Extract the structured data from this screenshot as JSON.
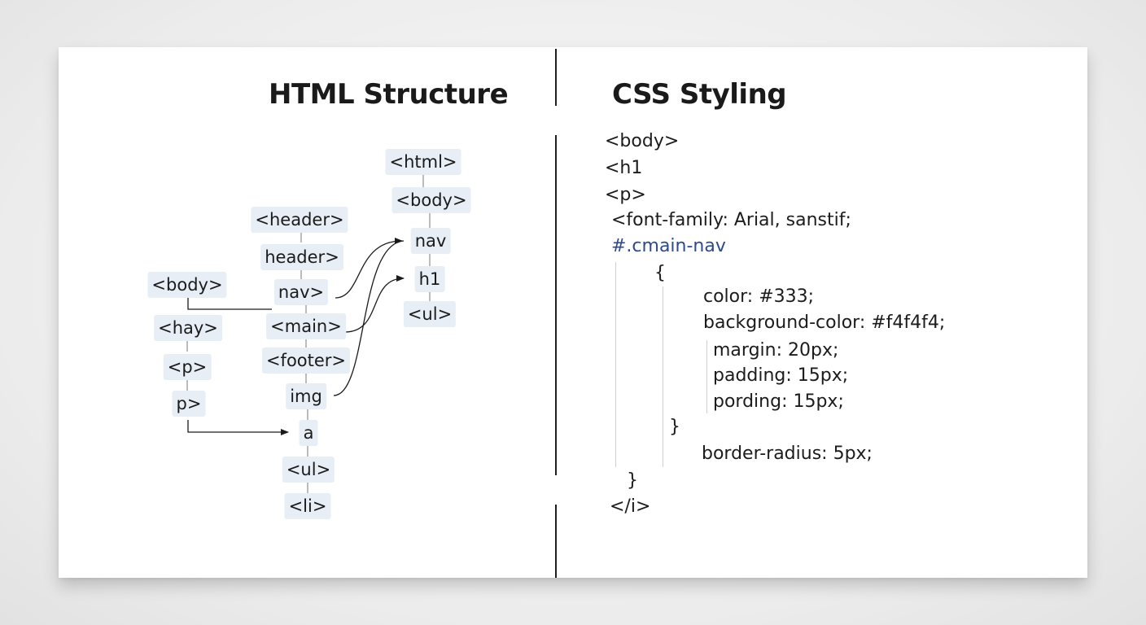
{
  "titles": {
    "left": "HTML Structure",
    "right": "CSS Styling"
  },
  "tree": {
    "nodes": [
      {
        "id": "html_root",
        "label": "<html>"
      },
      {
        "id": "body_right",
        "label": "<body>"
      },
      {
        "id": "nav_right",
        "label": "nav"
      },
      {
        "id": "h1_right",
        "label": "h1"
      },
      {
        "id": "ul_right",
        "label": "<ul>"
      },
      {
        "id": "header_tag",
        "label": "<header>"
      },
      {
        "id": "header_text",
        "label": "header>"
      },
      {
        "id": "nav_mid",
        "label": "nav>"
      },
      {
        "id": "main_mid",
        "label": "<main>"
      },
      {
        "id": "footer_mid",
        "label": "<footer>"
      },
      {
        "id": "img_mid",
        "label": "img"
      },
      {
        "id": "a_mid",
        "label": "a"
      },
      {
        "id": "ul_mid",
        "label": "<ul>"
      },
      {
        "id": "li_mid",
        "label": "<li>"
      },
      {
        "id": "body_left",
        "label": "<body>"
      },
      {
        "id": "hay_left",
        "label": "<hay>"
      },
      {
        "id": "p_tag_left",
        "label": "<p>"
      },
      {
        "id": "p_left",
        "label": "p>"
      }
    ]
  },
  "css_code": {
    "lines": [
      "<body>",
      "<h1",
      "<p>",
      "<font-family: Arial, sanstif;",
      "#.cmain-nav",
      "{",
      "color: #333;",
      "background-color: #f4f4f4;",
      "margin: 20px;",
      "padding: 15px;",
      "pording: 15px;",
      "}",
      "border-radius: 5px;",
      "}",
      "</i>"
    ]
  },
  "colors": {
    "node_fill": "#e7eef6",
    "selector_blue": "#2f4a8a",
    "divider": "#1f1f1f"
  }
}
